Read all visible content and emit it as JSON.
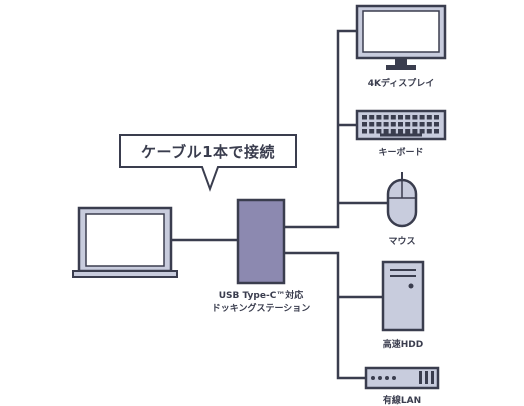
{
  "callout": {
    "text": "ケーブル1本で接続"
  },
  "hub": {
    "line1": "USB Type-C™対応",
    "line2": "ドッキングステーション"
  },
  "devices": {
    "display": "4Kディスプレイ",
    "keyboard": "キーボード",
    "mouse": "マウス",
    "hdd": "高速HDD",
    "lan": "有線LAN"
  },
  "colors": {
    "line": "#3a3d4e",
    "hub_fill": "#8c89b0",
    "device_fill": "#c8ccdd",
    "screen_fill": "#ffffff"
  }
}
